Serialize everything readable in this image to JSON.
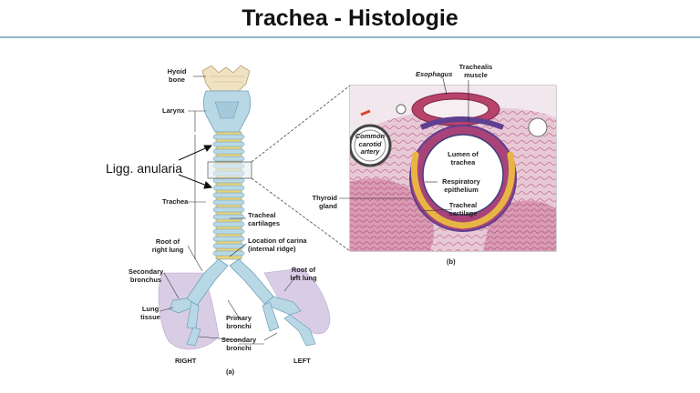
{
  "slide": {
    "title": "Trachea - Histologie"
  },
  "figure_a": {
    "annotation": "Ligg. anularia",
    "labels": {
      "hyoid_bone": "Hyoid\nbone",
      "larynx": "Larynx",
      "trachea": "Trachea",
      "tracheal_cartilages": "Tracheal\ncartilages",
      "root_right_lung": "Root of\nright lung",
      "carina": "Location of carina\n(internal ridge)",
      "secondary_bronchus": "Secondary\nbronchus",
      "root_left_lung": "Root of\nleft lung",
      "lung_tissue": "Lung\ntissue",
      "primary_bronchi": "Primary\nbronchi",
      "secondary_bronchi": "Secondary\nbronchi",
      "right": "RIGHT",
      "left": "LEFT",
      "panel": "(a)"
    }
  },
  "figure_b": {
    "labels": {
      "esophagus": "Esophagus",
      "trachealis_muscle": "Trachealis\nmuscle",
      "common_carotid_artery": "Common\ncarotid\nartery",
      "lumen": "Lumen of\ntrachea",
      "respiratory_epithelium": "Respiratory\nepithelium",
      "thyroid_gland": "Thyroid\ngland",
      "tracheal_cartilage": "Tracheal\ncartilage",
      "panel": "(b)"
    }
  },
  "colors": {
    "title_rule": "#8fb6c9",
    "cartilage": "#b8d8e6",
    "ligament": "#e8d27a",
    "bone": "#efe2c2",
    "lung": "#d9cde6",
    "tissue_bg": "#e7c9d6",
    "stain": "#b7436b",
    "cartilage_stain": "#e7b544"
  }
}
